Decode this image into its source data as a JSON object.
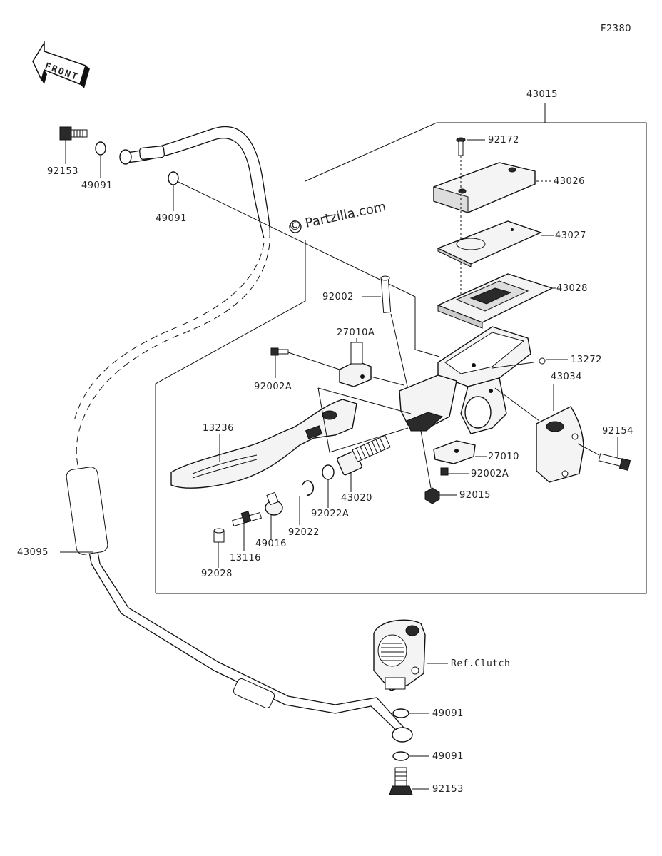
{
  "figure_code": "F2380",
  "front_label": "FRONT",
  "watermark": "© Partzilla.com",
  "ref_label": "Ref.Clutch",
  "labels": {
    "p43015": "43015",
    "p92172": "92172",
    "p43026": "43026",
    "p43027": "43027",
    "p43028": "43028",
    "p92002": "92002",
    "p27010A": "27010A",
    "p13272": "13272",
    "p43034": "43034",
    "p92002A_1": "92002A",
    "p92154": "92154",
    "p13236": "13236",
    "p27010": "27010",
    "p92002A_2": "92002A",
    "p92015": "92015",
    "p43020": "43020",
    "p92022A": "92022A",
    "p92022": "92022",
    "p49016": "49016",
    "p13116": "13116",
    "p92028": "92028",
    "p43095": "43095",
    "p92153_top": "92153",
    "p49091_a": "49091",
    "p49091_b": "49091",
    "p49091_c": "49091",
    "p49091_d": "49091",
    "p92153_bottom": "92153"
  }
}
